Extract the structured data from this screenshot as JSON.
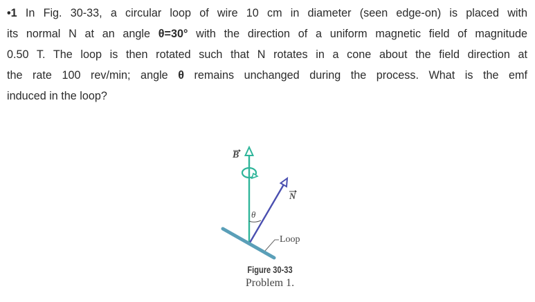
{
  "problem": {
    "number_marker": "•1",
    "lines": [
      " In Fig. 30-33, a circular loop of wire 10 cm in diameter (seen edge-on) is placed with",
      "its normal N at an angle ",
      "0.50 T. The loop is then rotated such that N rotates in a cone about the field direction at",
      "the rate 100 rev/min; angle ",
      "induced in the loop?"
    ],
    "line2_angle": "θ=30°",
    "line2_rest": " with the direction of a uniform magnetic field of magnitude",
    "line4_angle": "θ",
    "line4_rest": " remains unchanged during the process. What is the emf"
  },
  "figure": {
    "labels": {
      "field_vector": "B",
      "normal_vector": "N",
      "angle": "θ",
      "loop": "Loop"
    },
    "caption_title": "Figure 30-33",
    "caption_subtitle": "Problem 1.",
    "colors": {
      "field": "#2fb59a",
      "normal": "#4a4fb0",
      "loop": "#5a9fb8",
      "leader": "#666666"
    }
  }
}
